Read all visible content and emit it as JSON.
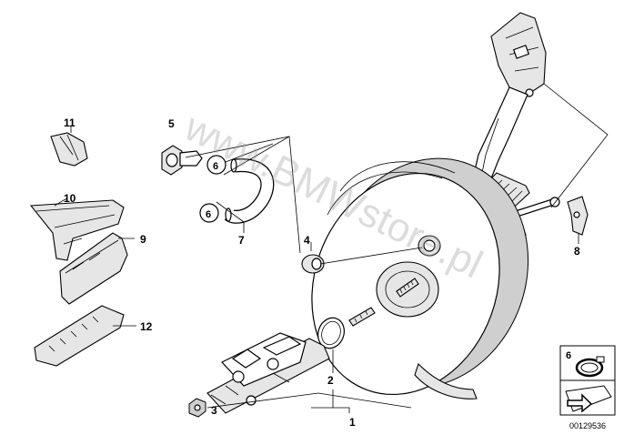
{
  "diagram": {
    "callouts": {
      "c1": "1",
      "c2": "2",
      "c3": "3",
      "c4": "4",
      "c5": "5",
      "c6a": "6",
      "c6b": "6",
      "c7": "7",
      "c8": "8",
      "c9": "9",
      "c10": "10",
      "c11": "11",
      "c12": "12"
    },
    "watermark": "www.BMWstore.pl",
    "legend": {
      "clamp_number": "6"
    },
    "doc_number": "00129536"
  }
}
